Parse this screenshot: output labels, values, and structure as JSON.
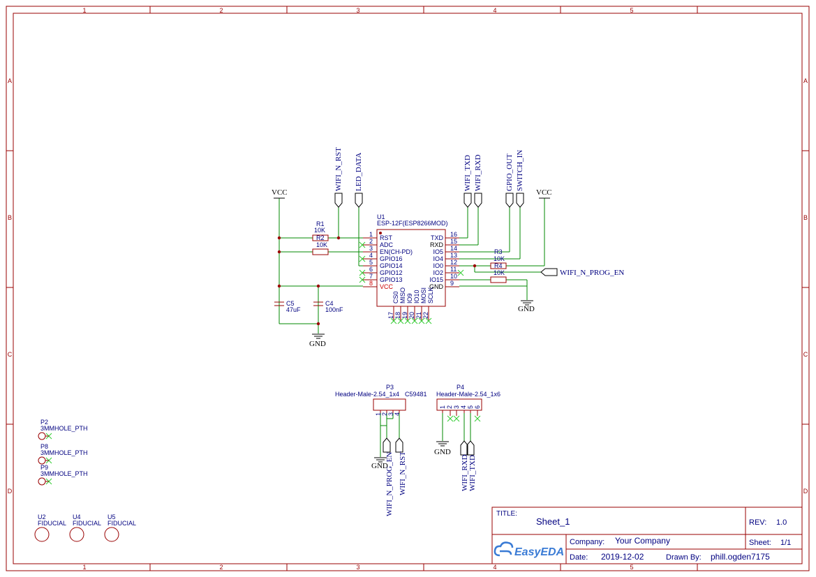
{
  "frame": {
    "columns": [
      "1",
      "2",
      "3",
      "4",
      "5"
    ],
    "rows": [
      "A",
      "B",
      "C",
      "D"
    ]
  },
  "u1": {
    "ref": "U1",
    "value": "ESP-12F(ESP8266MOD)",
    "left_pins": [
      {
        "num": "1",
        "name": "RST"
      },
      {
        "num": "2",
        "name": "ADC"
      },
      {
        "num": "3",
        "name": "EN(CH-PD)"
      },
      {
        "num": "4",
        "name": "GPIO16"
      },
      {
        "num": "5",
        "name": "GPIO14"
      },
      {
        "num": "6",
        "name": "GPIO12"
      },
      {
        "num": "7",
        "name": "GPIO13"
      },
      {
        "num": "8",
        "name": "VCC"
      }
    ],
    "right_pins": [
      {
        "num": "16",
        "name": "TXD"
      },
      {
        "num": "15",
        "name": "RXD"
      },
      {
        "num": "14",
        "name": "IO5"
      },
      {
        "num": "13",
        "name": "IO4"
      },
      {
        "num": "12",
        "name": "IO0"
      },
      {
        "num": "11",
        "name": "IO2"
      },
      {
        "num": "10",
        "name": "IO15"
      },
      {
        "num": "9",
        "name": "GND"
      }
    ],
    "bottom_pins": [
      {
        "num": "17",
        "name": "CS0"
      },
      {
        "num": "18",
        "name": "MISO"
      },
      {
        "num": "19",
        "name": "IO9"
      },
      {
        "num": "20",
        "name": "IO10"
      },
      {
        "num": "21",
        "name": "MOSI"
      },
      {
        "num": "22",
        "name": "SCLK"
      }
    ]
  },
  "resistors": {
    "r1": {
      "ref": "R1",
      "value": "10K"
    },
    "r2": {
      "ref": "R2",
      "value": "10K"
    },
    "r3": {
      "ref": "R3",
      "value": "10K"
    },
    "r4": {
      "ref": "R4",
      "value": "10K"
    }
  },
  "capacitors": {
    "c5": {
      "ref": "C5",
      "value": "47uF"
    },
    "c4": {
      "ref": "C4",
      "value": "100nF"
    }
  },
  "power": {
    "vcc": "VCC",
    "gnd": "GND"
  },
  "net_labels": {
    "wifi_n_rst": "WIFI_N_RST",
    "led_data": "LED_DATA",
    "wifi_txd": "WIFI_TXD",
    "wifi_rxd": "WIFI_RXD",
    "gpio_out": "GPIO_OUT",
    "switch_in": "SWITCH_IN",
    "wifi_n_prog_en": "WIFI_N_PROG_EN"
  },
  "p3": {
    "ref": "P3",
    "value": "Header-Male-2.54_1x4",
    "part": "C59481",
    "pins": [
      "1",
      "2",
      "3",
      "4"
    ]
  },
  "p4": {
    "ref": "P4",
    "value": "Header-Male-2.54_1x6",
    "pins": [
      "1",
      "2",
      "3",
      "4",
      "5",
      "6"
    ]
  },
  "holes": [
    {
      "ref": "P2",
      "value": "3MMHOLE_PTH"
    },
    {
      "ref": "P8",
      "value": "3MMHOLE_PTH"
    },
    {
      "ref": "P9",
      "value": "3MMHOLE_PTH"
    }
  ],
  "fiducials": [
    {
      "ref": "U2",
      "value": "FIDUCIAL"
    },
    {
      "ref": "U4",
      "value": "FIDUCIAL"
    },
    {
      "ref": "U5",
      "value": "FIDUCIAL"
    }
  ],
  "title_block": {
    "title_label": "TITLE:",
    "title": "Sheet_1",
    "rev_label": "REV:",
    "rev": "1.0",
    "company_label": "Company:",
    "company": "Your Company",
    "sheet_label": "Sheet:",
    "sheet": "1/1",
    "date_label": "Date:",
    "date": "2019-12-02",
    "drawn_label": "Drawn By:",
    "drawn_by": "phill.ogden7175",
    "logo": "EasyEDA"
  },
  "colors": {
    "frame": "#990000",
    "wire": "#008800",
    "text": "#000080",
    "pin_red": "#cc0000",
    "noconnect": "#33cc33",
    "logo": "#3a7bd5"
  },
  "icons": {
    "logo": "easyeda-cloud-icon"
  }
}
